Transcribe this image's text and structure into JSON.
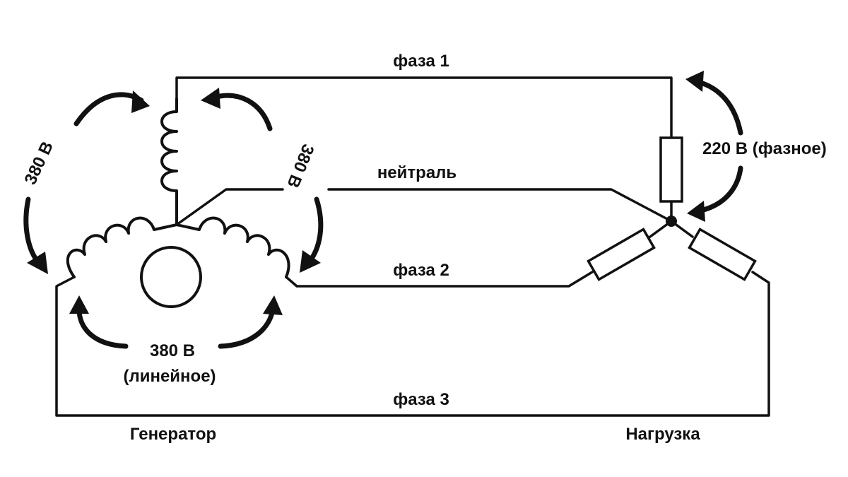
{
  "labels": {
    "phase1": "фаза 1",
    "phase2": "фаза 2",
    "phase3": "фаза 3",
    "neutral": "нейтраль",
    "line_voltage_left": "380 В",
    "line_voltage_right": "380 В",
    "line_voltage_bottom": "380 В",
    "line_voltage_bottom_note": "(линейное)",
    "phase_voltage": "220 В (фазное)",
    "generator": "Генератор",
    "load": "Нагрузка"
  },
  "colors": {
    "ink": "#111111",
    "background": "#ffffff"
  }
}
